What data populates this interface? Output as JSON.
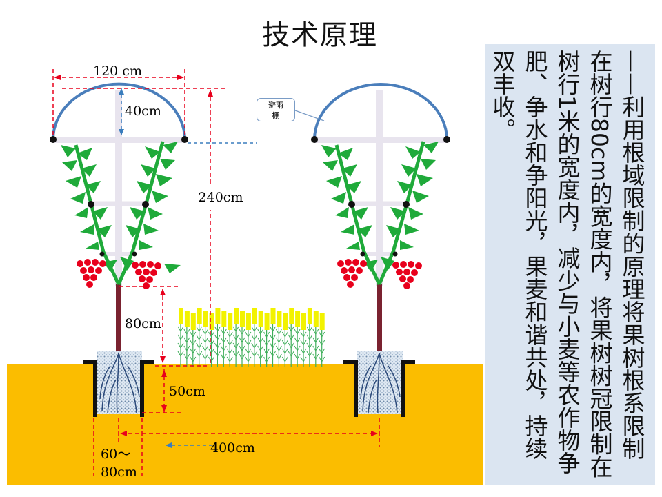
{
  "title": "技术原理",
  "labels": {
    "width_120": "120 cm",
    "height_40": "40cm",
    "height_240": "240cm",
    "height_80": "80cm",
    "depth_50": "50cm",
    "spacing_400": "400cm",
    "trench_width": "60～\n80cm",
    "rain_shelter": "避雨\n棚"
  },
  "description": "——利用根域限制的原理将果树根系限制在树行80cm的宽度内，将果树树冠限制在树行1米的宽度内，减少与小麦等农作物争肥、争水和争阳光，果麦和谐共处，持续双丰收。",
  "colors": {
    "soil": "#fbbd00",
    "arc": "#4a7ebb",
    "leaf": "#1faa3a",
    "grape": "#e8001c",
    "trunk": "#7a2230",
    "dimension": "#e8001c",
    "wheat_ear": "#f2f200",
    "panel": "#dbe5f1"
  }
}
